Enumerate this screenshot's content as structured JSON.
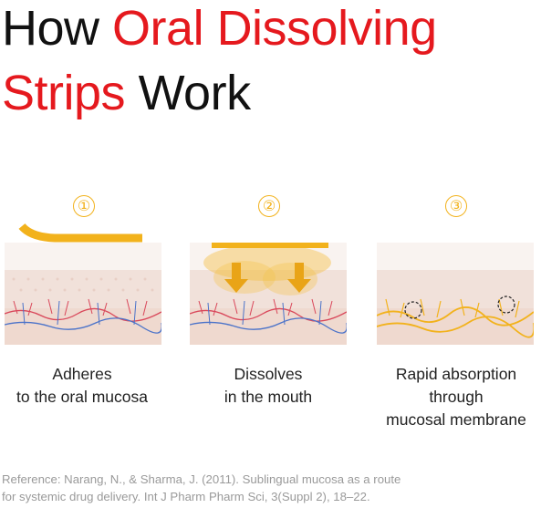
{
  "title": {
    "line1_dark": "How",
    "line1_red": "Oral Dissolving",
    "line2_red": "Strips",
    "line2_dark": "Work"
  },
  "colors": {
    "title_red": "#e5191e",
    "title_dark": "#111111",
    "accent_yellow": "#f2b21c",
    "tissue_light": "#f6ece8",
    "tissue_dark": "#eddbd3",
    "vessel_red": "#d9475a",
    "vessel_blue": "#4a72c9"
  },
  "steps": [
    {
      "number": "①",
      "caption_lines": [
        "Adheres",
        "to the oral mucosa"
      ]
    },
    {
      "number": "②",
      "caption_lines": [
        "Dissolves",
        "in the mouth"
      ]
    },
    {
      "number": "③",
      "caption_lines": [
        "Rapid absorption",
        "through",
        "mucosal membrane"
      ]
    }
  ],
  "reference": {
    "line1": "Reference: Narang, N., & Sharma, J. (2011). Sublingual mucosa as a route",
    "line2": "for systemic drug delivery. Int J Pharm Pharm Sci, 3(Suppl 2), 18–22."
  }
}
